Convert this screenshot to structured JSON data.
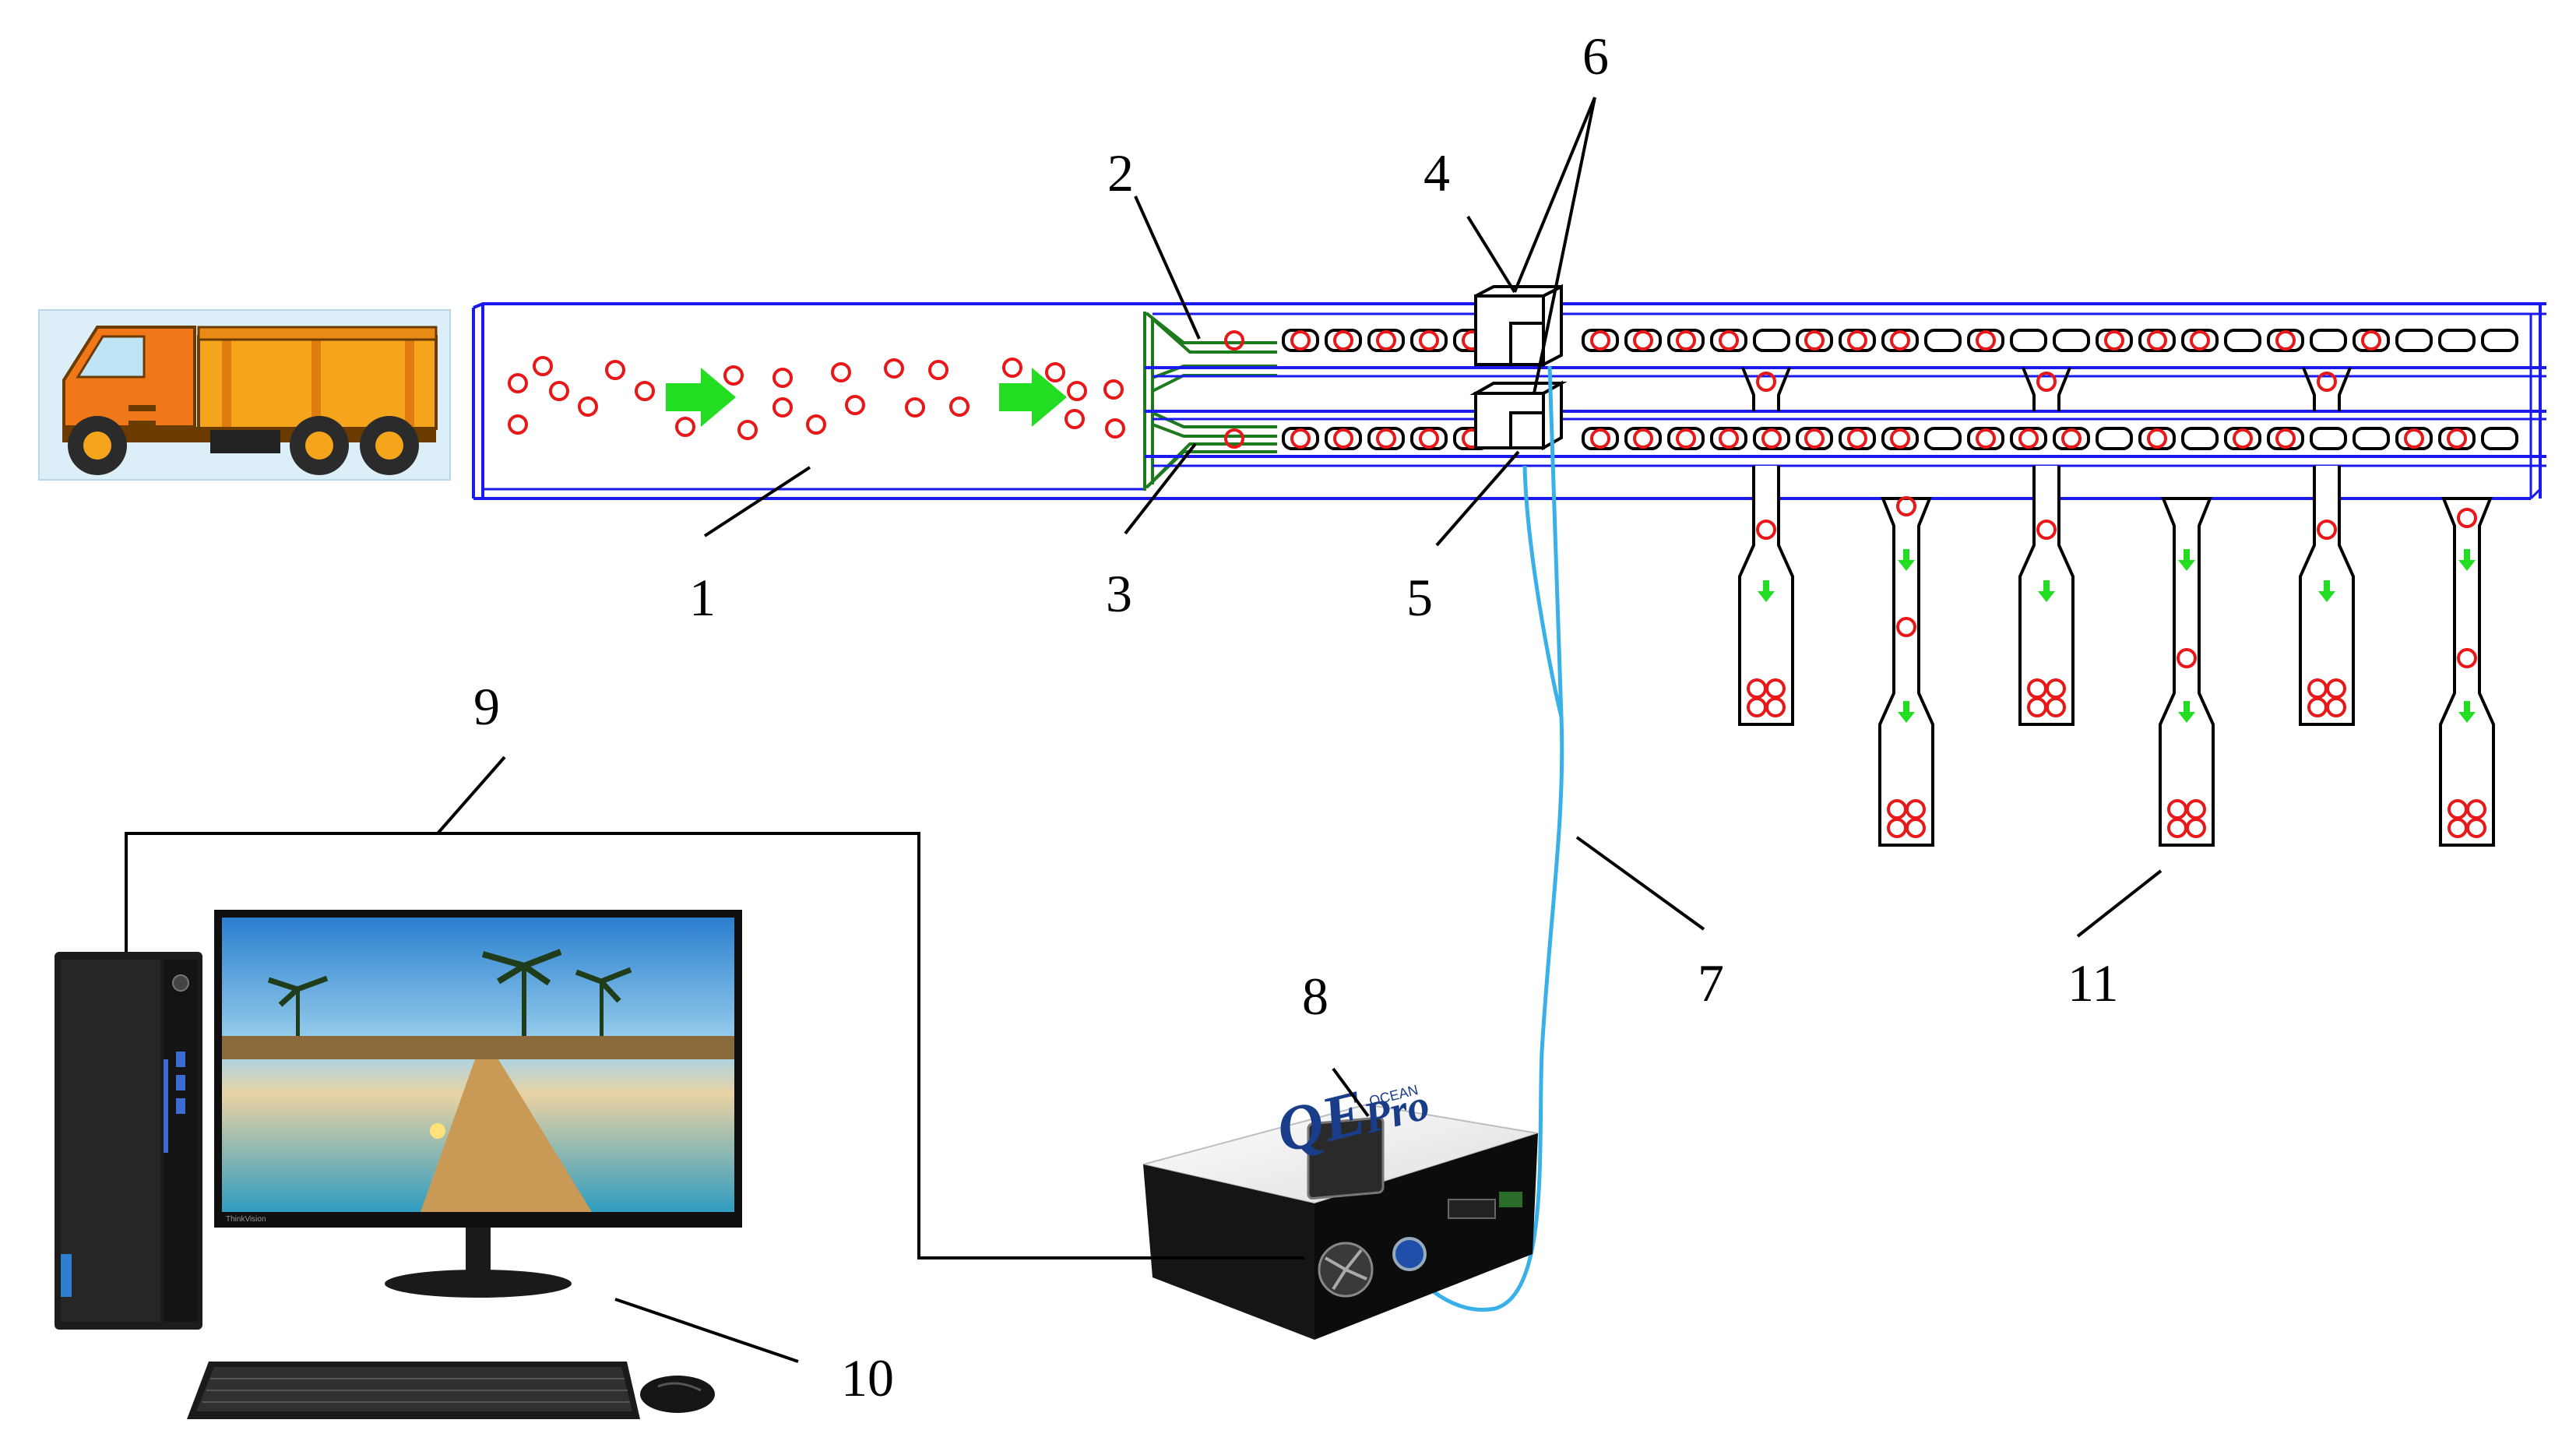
{
  "diagram": {
    "callouts": [
      {
        "id": "1",
        "text": "1"
      },
      {
        "id": "2",
        "text": "2"
      },
      {
        "id": "3",
        "text": "3"
      },
      {
        "id": "4",
        "text": "4"
      },
      {
        "id": "5",
        "text": "5"
      },
      {
        "id": "6",
        "text": "6"
      },
      {
        "id": "7",
        "text": "7"
      },
      {
        "id": "8",
        "text": "8"
      },
      {
        "id": "9",
        "text": "9"
      },
      {
        "id": "10",
        "text": "10"
      },
      {
        "id": "11",
        "text": "11"
      }
    ],
    "spectrometer": {
      "brand_main": "QE",
      "brand_sub": "Pro",
      "brand_small": "OCEAN"
    },
    "monitor": {
      "brand": "ThinkVision"
    },
    "colors": {
      "channel": "#1a1aee",
      "guide": "#1e7a1e",
      "seed": "#e81818",
      "flow_arrow": "#22dd22",
      "fiber": "#3ab0e8",
      "truck_body": "#f5a51c",
      "truck_cab": "#f07818"
    },
    "icons": [
      "truck-icon",
      "flow-arrow-icon",
      "seed-icon",
      "spectrometer-icon",
      "computer-tower-icon",
      "monitor-icon",
      "keyboard-icon",
      "mouse-icon"
    ]
  }
}
